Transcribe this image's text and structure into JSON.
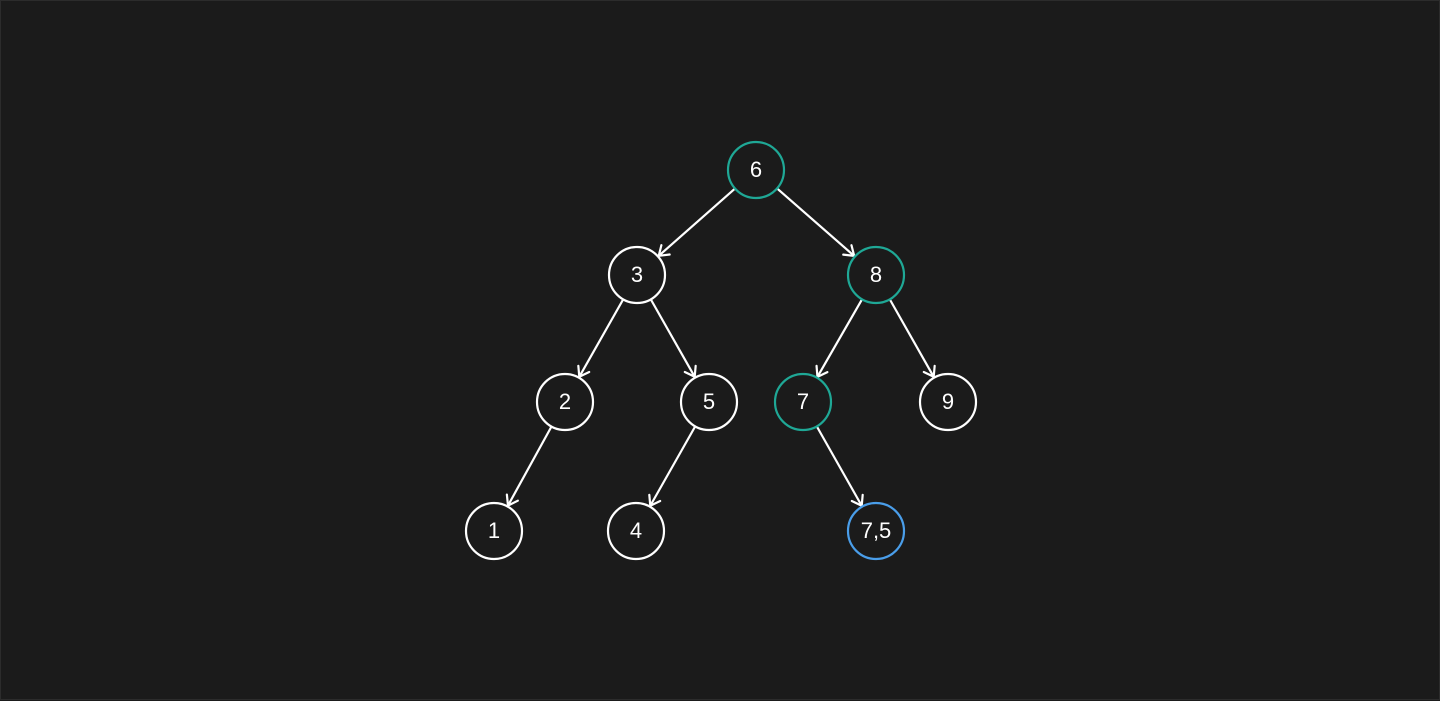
{
  "diagram": {
    "type": "binary-search-tree",
    "colors": {
      "background": "#1b1b1b",
      "default": "#ffffff",
      "path": "#1fa896",
      "new": "#4a9eea",
      "edge": "#ffffff"
    },
    "nodes": [
      {
        "id": "n6",
        "label": "6",
        "state": "path"
      },
      {
        "id": "n3",
        "label": "3",
        "state": "default"
      },
      {
        "id": "n8",
        "label": "8",
        "state": "path"
      },
      {
        "id": "n2",
        "label": "2",
        "state": "default"
      },
      {
        "id": "n5",
        "label": "5",
        "state": "default"
      },
      {
        "id": "n7",
        "label": "7",
        "state": "path"
      },
      {
        "id": "n9",
        "label": "9",
        "state": "default"
      },
      {
        "id": "n1",
        "label": "1",
        "state": "default"
      },
      {
        "id": "n4",
        "label": "4",
        "state": "default"
      },
      {
        "id": "n75",
        "label": "7,5",
        "state": "new"
      }
    ],
    "edges": [
      {
        "from": "n6",
        "to": "n3"
      },
      {
        "from": "n6",
        "to": "n8"
      },
      {
        "from": "n3",
        "to": "n2"
      },
      {
        "from": "n3",
        "to": "n5"
      },
      {
        "from": "n8",
        "to": "n7"
      },
      {
        "from": "n8",
        "to": "n9"
      },
      {
        "from": "n2",
        "to": "n1"
      },
      {
        "from": "n5",
        "to": "n4"
      },
      {
        "from": "n7",
        "to": "n75"
      }
    ]
  }
}
